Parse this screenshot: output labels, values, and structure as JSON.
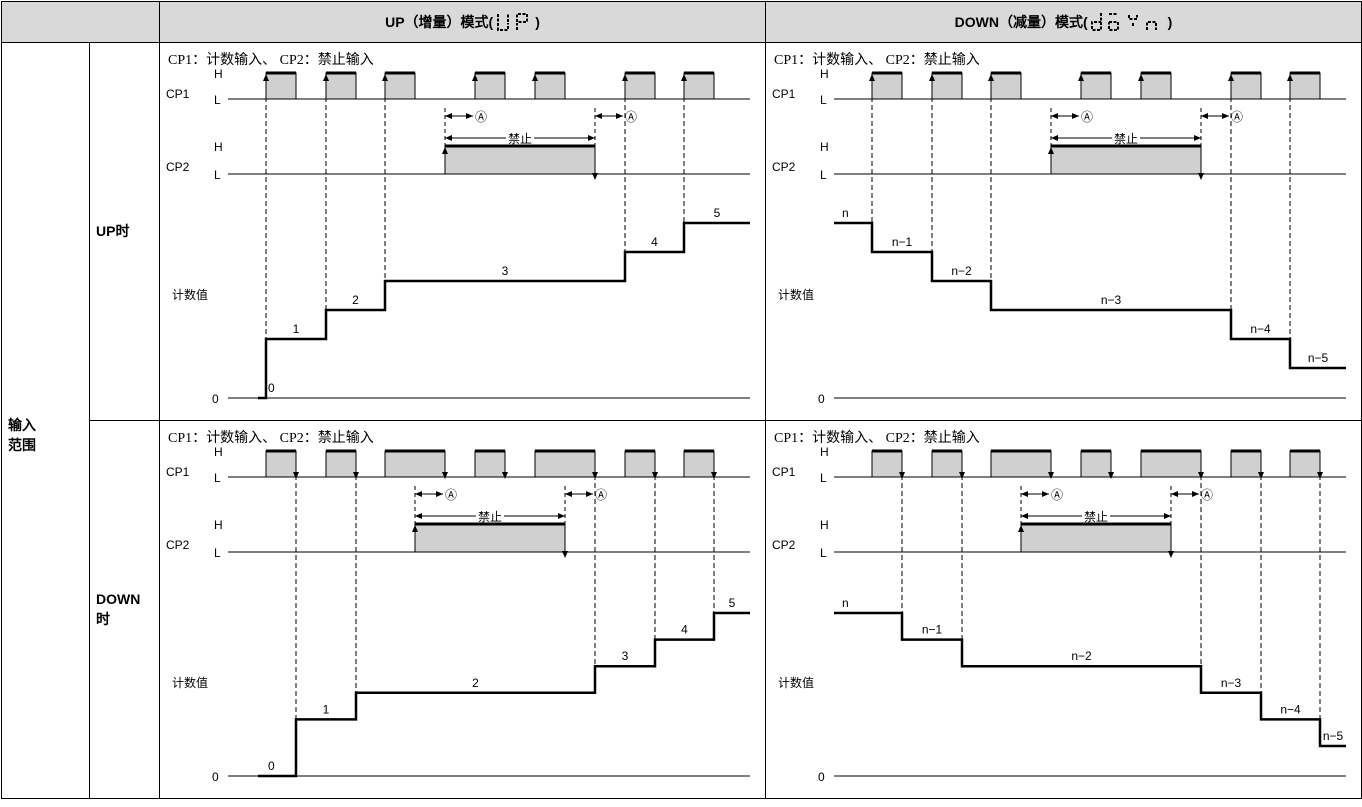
{
  "header": {
    "up_label": "UP（增量）模式(",
    "up_close": ")",
    "up_segment": "UP",
    "down_label": "DOWN（减量）模式(",
    "down_close": ")",
    "down_segment": "doWn"
  },
  "row_labels": {
    "input_range": "输入范围",
    "input_range_l1": "输入",
    "input_range_l2": "范围",
    "up_time": "UP时",
    "down_time_l1": "DOWN",
    "down_time_l2": "时"
  },
  "panels": {
    "caption": "CP1：计数输入、 CP2：禁止输入",
    "signal_labels": {
      "cp1": "CP1",
      "cp2": "CP2",
      "high": "H",
      "low": "L",
      "count_value": "计数值",
      "inhibit": "禁止",
      "marker": "Ⓐ"
    },
    "up_up": {
      "zero": "0",
      "values": [
        "0",
        "1",
        "2",
        "3",
        "4",
        "5"
      ]
    },
    "down_up": {
      "zero": "0",
      "values": [
        "n",
        "n−1",
        "n−2",
        "n−3",
        "n−4",
        "n−5"
      ]
    },
    "up_down": {
      "zero": "0",
      "values": [
        "0",
        "1",
        "2",
        "3",
        "4",
        "5"
      ]
    },
    "down_down": {
      "zero": "0",
      "values": [
        "n",
        "n−1",
        "n−2",
        "n−3",
        "n−4",
        "n−5"
      ]
    }
  }
}
